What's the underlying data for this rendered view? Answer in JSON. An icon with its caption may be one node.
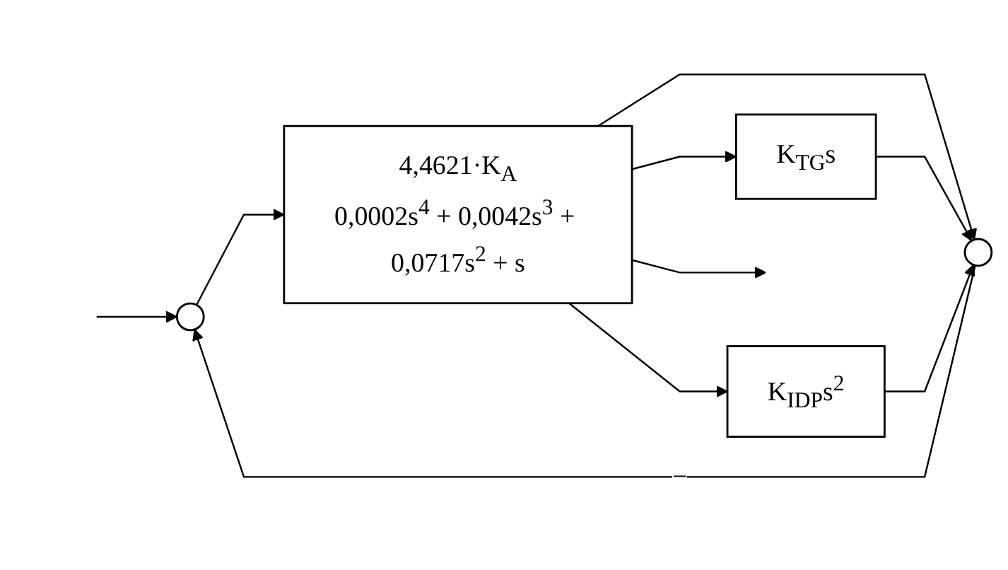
{
  "diagram": {
    "nodes": [
      {
        "text": [],
        "shape": "circle"
      },
      {
        "text": [
          "4,4621·K$_{A}$",
          "0,0002s$^{4}$ + 0,0042s$^{3}$ + 0,0717s$^{2}$ + s"
        ]
      },
      {
        "text": [],
        "shape": "circle"
      },
      {
        "text": [
          "K$_{TG}$s"
        ]
      },
      {
        "text": [
          "K$_{IDP}$s$^{2}$"
        ]
      }
    ],
    "edges": [
      {
        "from": null,
        "to": 0,
        "arrow": "to"
      },
      {
        "from": 0,
        "to": 1,
        "arrow": "to"
      },
      {
        "from": 1,
        "to": null,
        "arrow": "to"
      },
      {
        "from": 1,
        "to": 2,
        "arrow": "to"
      },
      {
        "from": 1,
        "to": 3,
        "arrow": "to"
      },
      {
        "from": 1,
        "to": 4,
        "arrow": "to"
      },
      {
        "from": 3,
        "to": 2,
        "arrow": "to"
      },
      {
        "from": 4,
        "to": 2,
        "arrow": "to"
      },
      {
        "from": 2,
        "to": 0,
        "arrow": "to",
        "label": "−"
      }
    ]
  }
}
